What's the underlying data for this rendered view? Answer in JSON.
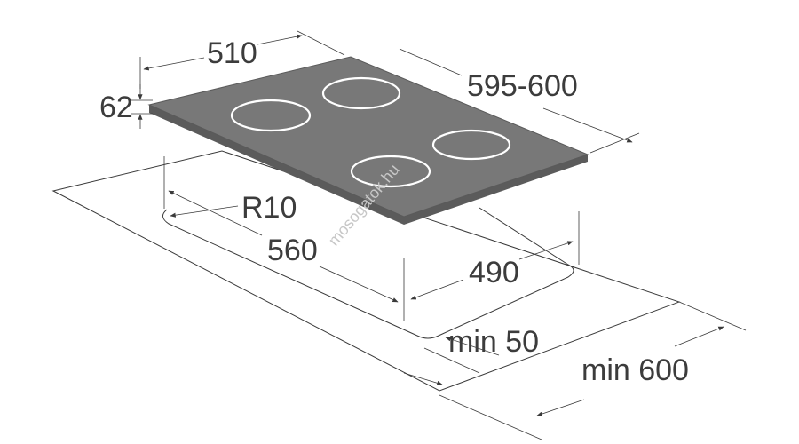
{
  "dimensions": {
    "width_top": "510",
    "depth_top": "595-600",
    "height": "62",
    "corner_radius": "R10",
    "cutout_width": "560",
    "cutout_depth": "490",
    "min_front": "min 50",
    "min_counter": "min 600"
  },
  "watermark": "mosogatok.hu",
  "colors": {
    "hob_top": "#777777",
    "hob_edge": "#595959",
    "ring": "#ffffff",
    "line": "#3a3a3a"
  }
}
